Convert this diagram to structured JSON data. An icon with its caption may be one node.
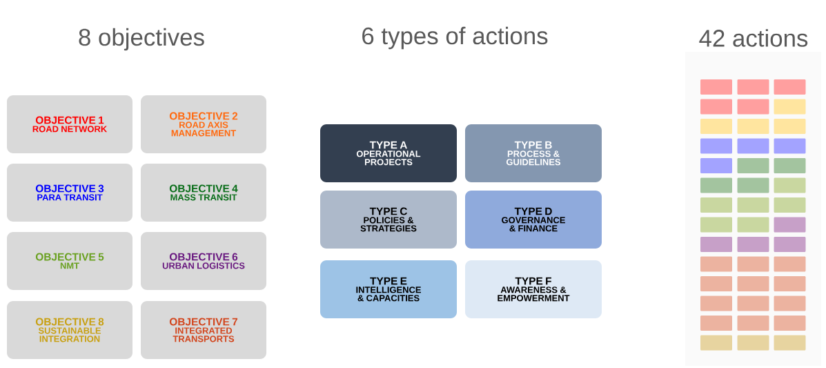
{
  "diagram": {
    "nodes": [
      {
        "text": [
          "OBJECTIVE 1",
          "ROAD NETWORK"
        ]
      },
      {
        "text": [
          "OBJECTIVE 2",
          "ROAD AXIS MANAGEMENT"
        ]
      },
      {
        "text": [
          "OBJECTIVE 3",
          "PARA TRANSIT"
        ]
      },
      {
        "text": [
          "OBJECTIVE 4",
          "MASS TRANSIT"
        ]
      },
      {
        "text": [
          "OBJECTIVE 5",
          "NMT"
        ]
      },
      {
        "text": [
          "OBJECTIVE 6",
          "URBAN LOGISTICS"
        ]
      },
      {
        "text": [
          "OBJECTIVE 8",
          "SUSTAINABLE INTEGRATION"
        ]
      },
      {
        "text": [
          "OBJECTIVE 7",
          "INTEGRATED TRANSPORTS"
        ]
      },
      {
        "text": [
          "TYPE A",
          "OPERATIONAL PROJECTS"
        ]
      },
      {
        "text": [
          "TYPE B",
          "PROCESS & GUIDELINES"
        ]
      },
      {
        "text": [
          "TYPE C",
          "POLICIES & STRATEGIES"
        ]
      },
      {
        "text": [
          "TYPE D",
          "GOVERNANCE & FINANCE"
        ]
      },
      {
        "text": [
          "TYPE E",
          "INTELLIGENCE & CAPACITIES"
        ]
      },
      {
        "text": [
          "TYPE F",
          "AWARENESS & EMPOWERMENT"
        ]
      },
      {
        "text": [],
        "shape": "box"
      },
      {
        "text": [],
        "shape": "box"
      },
      {
        "text": [],
        "shape": "box"
      },
      {
        "text": [],
        "shape": "box"
      },
      {
        "text": [],
        "shape": "box"
      },
      {
        "text": [],
        "shape": "box"
      },
      {
        "text": [],
        "shape": "box"
      },
      {
        "text": [],
        "shape": "box"
      },
      {
        "text": [],
        "shape": "box"
      },
      {
        "text": [],
        "shape": "box"
      },
      {
        "text": [],
        "shape": "box"
      },
      {
        "text": [],
        "shape": "box"
      },
      {
        "text": [],
        "shape": "box"
      },
      {
        "text": [],
        "shape": "box"
      },
      {
        "text": [],
        "shape": "box"
      },
      {
        "text": [],
        "shape": "box"
      },
      {
        "text": [],
        "shape": "box"
      },
      {
        "text": [],
        "shape": "box"
      },
      {
        "text": [],
        "shape": "box"
      },
      {
        "text": [],
        "shape": "box"
      },
      {
        "text": [],
        "shape": "box"
      },
      {
        "text": [],
        "shape": "box"
      },
      {
        "text": [],
        "shape": "box"
      },
      {
        "text": [],
        "shape": "box"
      },
      {
        "text": [],
        "shape": "box"
      },
      {
        "text": [],
        "shape": "box"
      },
      {
        "text": [],
        "shape": "box"
      },
      {
        "text": [],
        "shape": "box"
      },
      {
        "text": [],
        "shape": "box"
      },
      {
        "text": [],
        "shape": "box"
      },
      {
        "text": [],
        "shape": "box"
      },
      {
        "text": [],
        "shape": "box"
      },
      {
        "text": [],
        "shape": "box"
      },
      {
        "text": [],
        "shape": "box"
      },
      {
        "text": [],
        "shape": "box"
      },
      {
        "text": [],
        "shape": "box"
      },
      {
        "text": [],
        "shape": "box"
      },
      {
        "text": [],
        "shape": "box"
      },
      {
        "text": [],
        "shape": "box"
      },
      {
        "text": [],
        "shape": "box"
      },
      {
        "text": [],
        "shape": "box"
      },
      {
        "text": [],
        "shape": "box"
      }
    ],
    "labels": [
      "8 objectives",
      "6 types of actions",
      "42 actions"
    ]
  }
}
